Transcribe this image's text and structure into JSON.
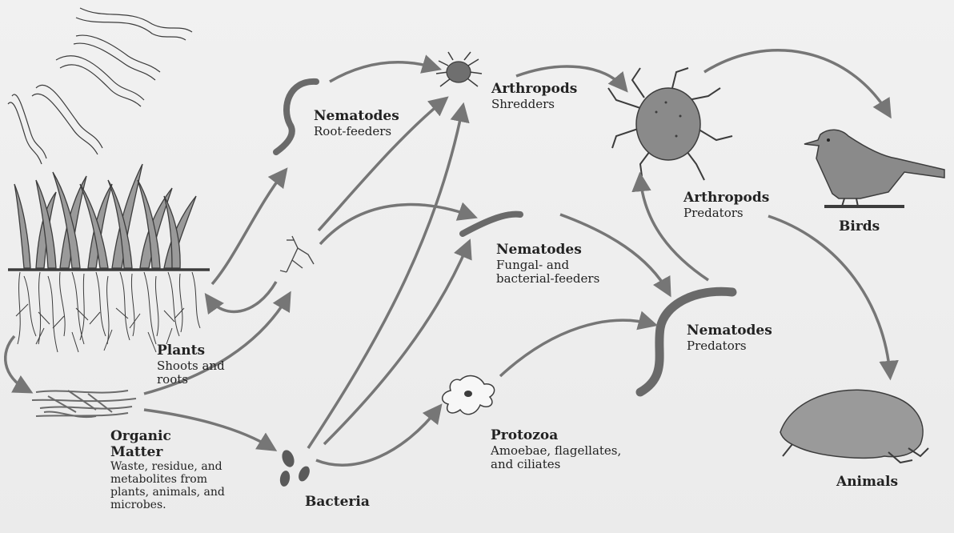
{
  "nodes": {
    "plants": {
      "title": "Plants",
      "subtitle": "Shoots and roots"
    },
    "organic_matter": {
      "title": "Organic Matter",
      "subtitle": "Waste, residue, and metabolites from plants, animals, and microbes."
    },
    "bacteria": {
      "title": "Bacteria",
      "subtitle": ""
    },
    "nematodes_root": {
      "title": "Nematodes",
      "subtitle": "Root-feeders"
    },
    "arthropods_shredders": {
      "title": "Arthropods",
      "subtitle": "Shredders"
    },
    "nematodes_fungal": {
      "title": "Nematodes",
      "subtitle": "Fungal- and bacterial-feeders"
    },
    "protozoa": {
      "title": "Protozoa",
      "subtitle": "Amoebae, flagellates, and ciliates"
    },
    "arthropods_predators": {
      "title": "Arthropods",
      "subtitle": "Predators"
    },
    "nematodes_predators": {
      "title": "Nematodes",
      "subtitle": "Predators"
    },
    "birds": {
      "title": "Birds",
      "subtitle": ""
    },
    "animals": {
      "title": "Animals",
      "subtitle": ""
    }
  },
  "colors": {
    "arrow": "#767676",
    "ink": "#3c3c3c",
    "creature": "#8a8a8a"
  }
}
